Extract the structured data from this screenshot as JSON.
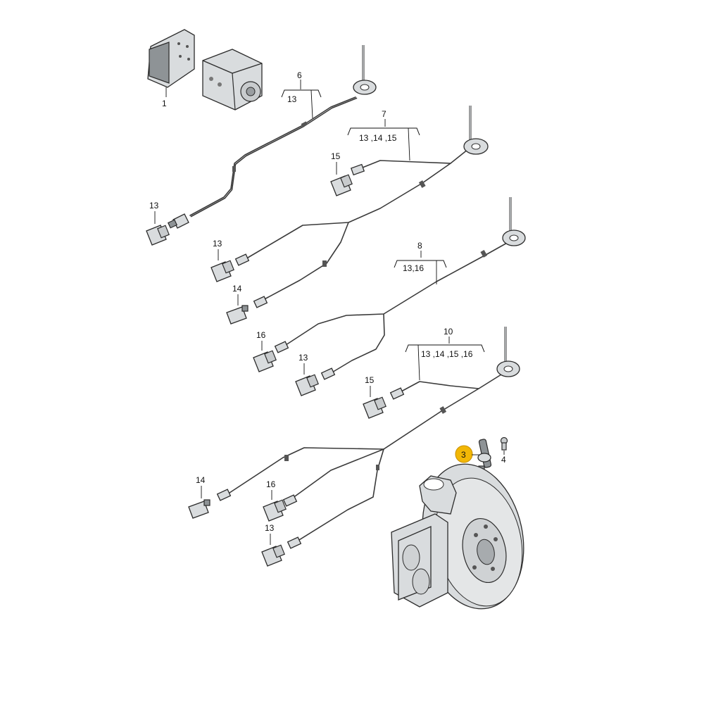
{
  "callouts": {
    "p1": "1",
    "p3": "3",
    "p4": "4",
    "p6": "6",
    "p6_sub": "13",
    "p7": "7",
    "p7_sub": "13 ,14 ,15",
    "p8": "8",
    "p8_sub": "13,16",
    "p10": "10",
    "p10_sub": "13 ,14 ,15 ,16",
    "c13": "13",
    "c14": "14",
    "c15": "15",
    "c16": "16"
  },
  "colors": {
    "highlight": "#f2b705"
  }
}
